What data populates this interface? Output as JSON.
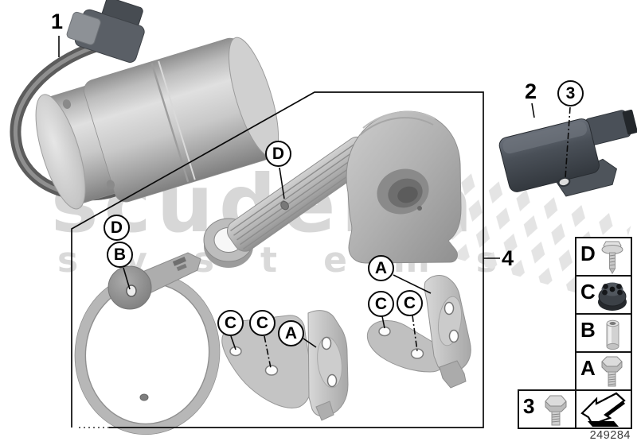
{
  "diagram": {
    "type": "exploded-parts-diagram",
    "drawing_number": "249284",
    "watermark": {
      "line1": "scuderia",
      "line2": "systems"
    },
    "callouts": [
      {
        "label": "1",
        "style": "plain"
      },
      {
        "label": "2",
        "style": "plain"
      },
      {
        "label": "3",
        "style": "circled"
      },
      {
        "label": "4",
        "style": "plain"
      },
      {
        "label": "D",
        "style": "circled"
      },
      {
        "label": "D",
        "style": "circled"
      },
      {
        "label": "B",
        "style": "circled"
      },
      {
        "label": "C",
        "style": "circled"
      },
      {
        "label": "C",
        "style": "circled"
      },
      {
        "label": "A",
        "style": "circled"
      },
      {
        "label": "A",
        "style": "circled"
      },
      {
        "label": "C",
        "style": "circled"
      },
      {
        "label": "C",
        "style": "circled"
      }
    ],
    "legend": {
      "rows": [
        {
          "key": "D",
          "icon": "flange-screw-icon"
        },
        {
          "key": "C",
          "icon": "grommet-icon"
        },
        {
          "key": "B",
          "icon": "spacer-sleeve-icon"
        },
        {
          "key": "A",
          "icon": "hex-bolt-icon"
        }
      ],
      "extra_row": {
        "key": "3",
        "icon": "hex-bolt-icon"
      },
      "arrow_cell": {
        "icon": "direction-arrow-icon"
      }
    },
    "colors": {
      "line": "#0a0a0a",
      "part_gray": "#c4c4c4",
      "dark_part": "#41464d",
      "watermark_gray": "#d7d7d7"
    }
  }
}
